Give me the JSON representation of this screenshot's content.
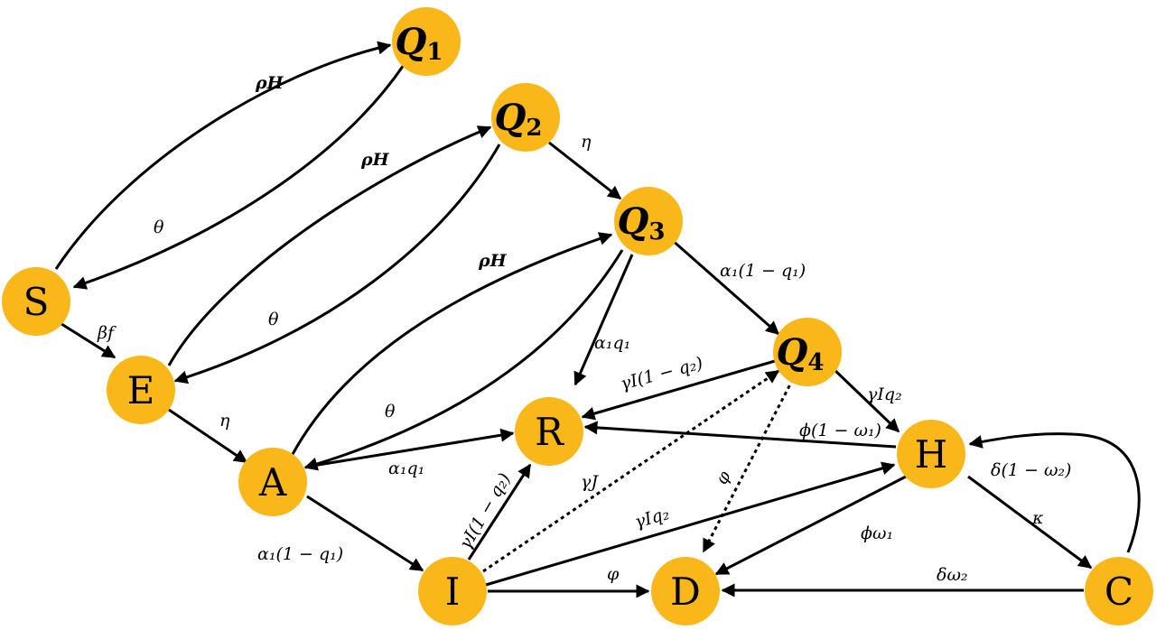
{
  "nodes": {
    "S": "S",
    "E": "E",
    "A": "A",
    "I": "I",
    "R": "R",
    "D": "D",
    "H": "H",
    "C": "C",
    "Q1": {
      "main": "Q",
      "sub": "1"
    },
    "Q2": {
      "main": "Q",
      "sub": "2"
    },
    "Q3": {
      "main": "Q",
      "sub": "3"
    },
    "Q4": {
      "main": "Q",
      "sub": "4"
    }
  },
  "edge_labels": {
    "s_q1": "ρH",
    "q1_s": "θ",
    "s_e": "βf",
    "e_q2": "ρH",
    "q2_e": "θ",
    "q2_q3": "η",
    "e_a": "η",
    "a_q3": "ρH",
    "q3_a": "θ",
    "q3_q4": "α₁(1 − q₁)",
    "q3_r": "α₁q₁",
    "q4_r": "γI(1 − q₂)",
    "q4_h": "γIq₂",
    "a_r": "α₁q₁",
    "a_i": "α₁(1 − q₁)",
    "h_r": "ϕ(1 − ω₁)",
    "i_r": "γI(1 − q₂)",
    "i_q4": "γJ",
    "q4_d": "φ",
    "i_h": "γIq₂",
    "h_d": "ϕω₁",
    "h_c": "κ",
    "c_h": "δ(1 − ω₂)",
    "c_d": "δω₂",
    "i_d": "φ"
  },
  "colors": {
    "node_fill": "#F9B71A",
    "edge": "#000000"
  }
}
